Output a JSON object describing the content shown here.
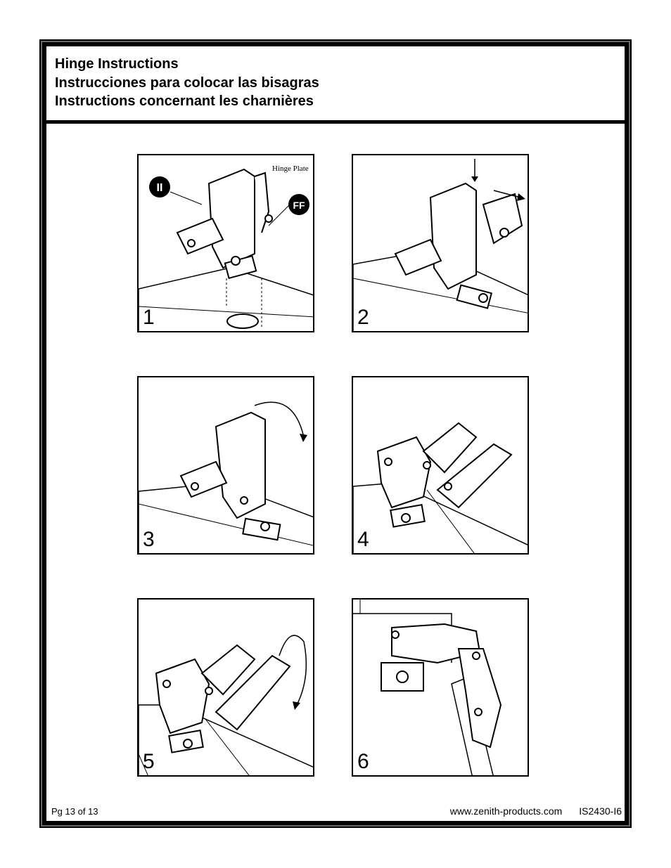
{
  "title": {
    "line1": "Hinge Instructions",
    "line2": "Instrucciones para colocar las bisagras",
    "line3": "Instructions concernant les charnières"
  },
  "steps": [
    {
      "number": "1",
      "labels": {
        "badge_left": "II",
        "badge_right": "FF",
        "callout": "Hinge Plate"
      }
    },
    {
      "number": "2"
    },
    {
      "number": "3"
    },
    {
      "number": "4"
    },
    {
      "number": "5"
    },
    {
      "number": "6"
    }
  ],
  "footer": {
    "page": "Pg 13 of 13",
    "website": "www.zenith-products.com",
    "code": "IS2430-I6"
  }
}
